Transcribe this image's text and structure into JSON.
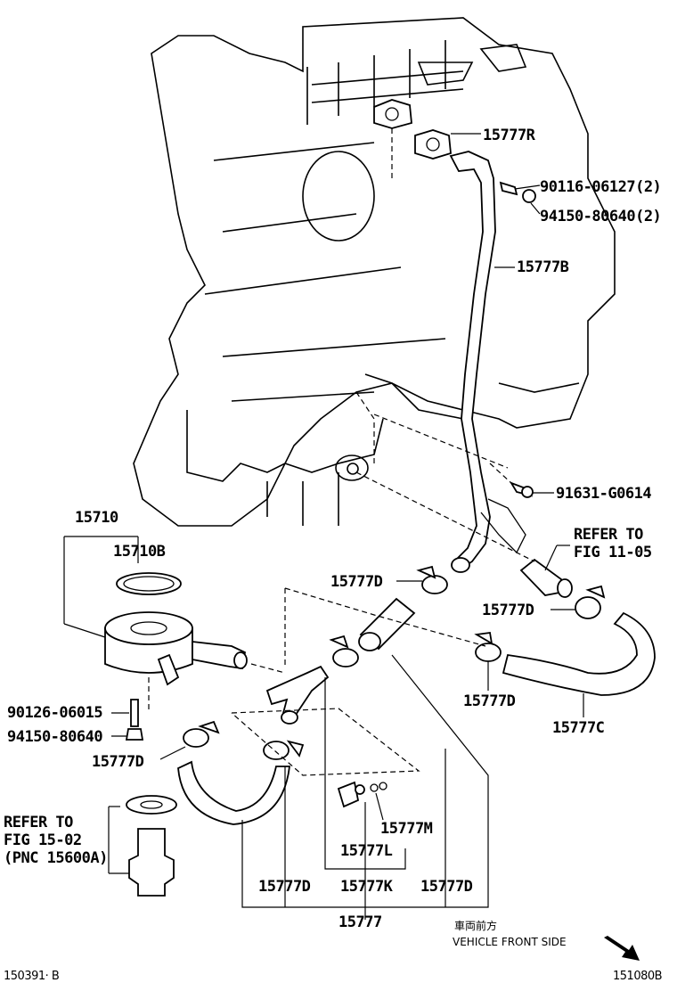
{
  "labels": {
    "p15777R": "15777R",
    "p90116": "90116-06127(2)",
    "p94150a": "94150-80640(2)",
    "p15777B": "15777B",
    "p91631": "91631-G0614",
    "refer1105_line1": "REFER TO",
    "refer1105_line2": "FIG 11-05",
    "p15710": "15710",
    "p15710B": "15710B",
    "p15777D_top": "15777D",
    "p15777D_right": "15777D",
    "p15777D_mid": "15777D",
    "p15777C": "15777C",
    "p90126": "90126-06015",
    "p94150b": "94150-80640",
    "p15777D_left": "15777D",
    "refer1502_line1": "REFER TO",
    "refer1502_line2": "FIG 15-02",
    "refer1502_line3": "(PNC 15600A)",
    "p15777M": "15777M",
    "p15777L": "15777L",
    "p15777D_b1": "15777D",
    "p15777K": "15777K",
    "p15777D_b2": "15777D",
    "p15777": "15777",
    "direction_jp": "車両前方",
    "direction_en": "VEHICLE FRONT SIDE",
    "code_left": "150391· B",
    "code_right": "151080B"
  }
}
